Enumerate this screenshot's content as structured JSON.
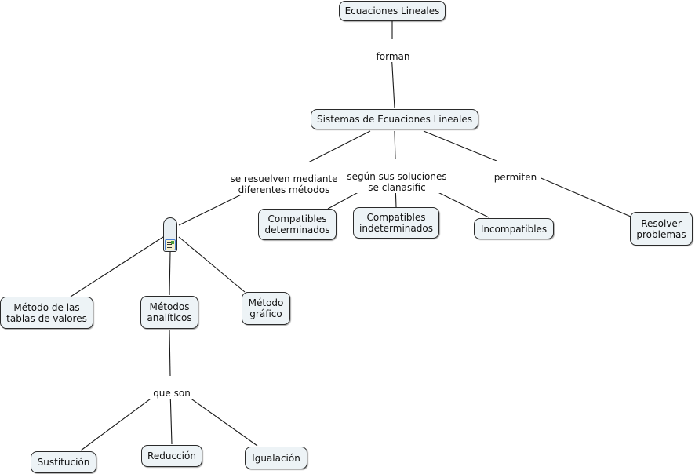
{
  "concepts": {
    "ecuaciones": "Ecuaciones Lineales",
    "sistemas": "Sistemas de Ecuaciones Lineales",
    "comp_det": "Compatibles\ndeterminados",
    "comp_indet": "Compatibles\nindeterminados",
    "incompatibles": "Incompatibles",
    "resolver": "Resolver\nproblemas",
    "tablas": "Método de las\ntablas de valores",
    "analiticos": "Métodos\nanalíticos",
    "grafico": "Método\ngráfico",
    "sustitucion": "Sustitución",
    "reduccion": "Reducción",
    "igualacion": "Igualación"
  },
  "linking_phrases": {
    "forman": "forman",
    "se_resuelven": "se resuelven mediante\ndiferentes métodos",
    "segun": "según sus soluciones\nse clanasific",
    "permiten": "permiten",
    "que_son": "que son"
  },
  "icons": {
    "resource": "resource-document-icon"
  },
  "colors": {
    "node_fill": "#edf3f6",
    "node_border": "#2a2a2a",
    "line": "#1a1a1a"
  }
}
